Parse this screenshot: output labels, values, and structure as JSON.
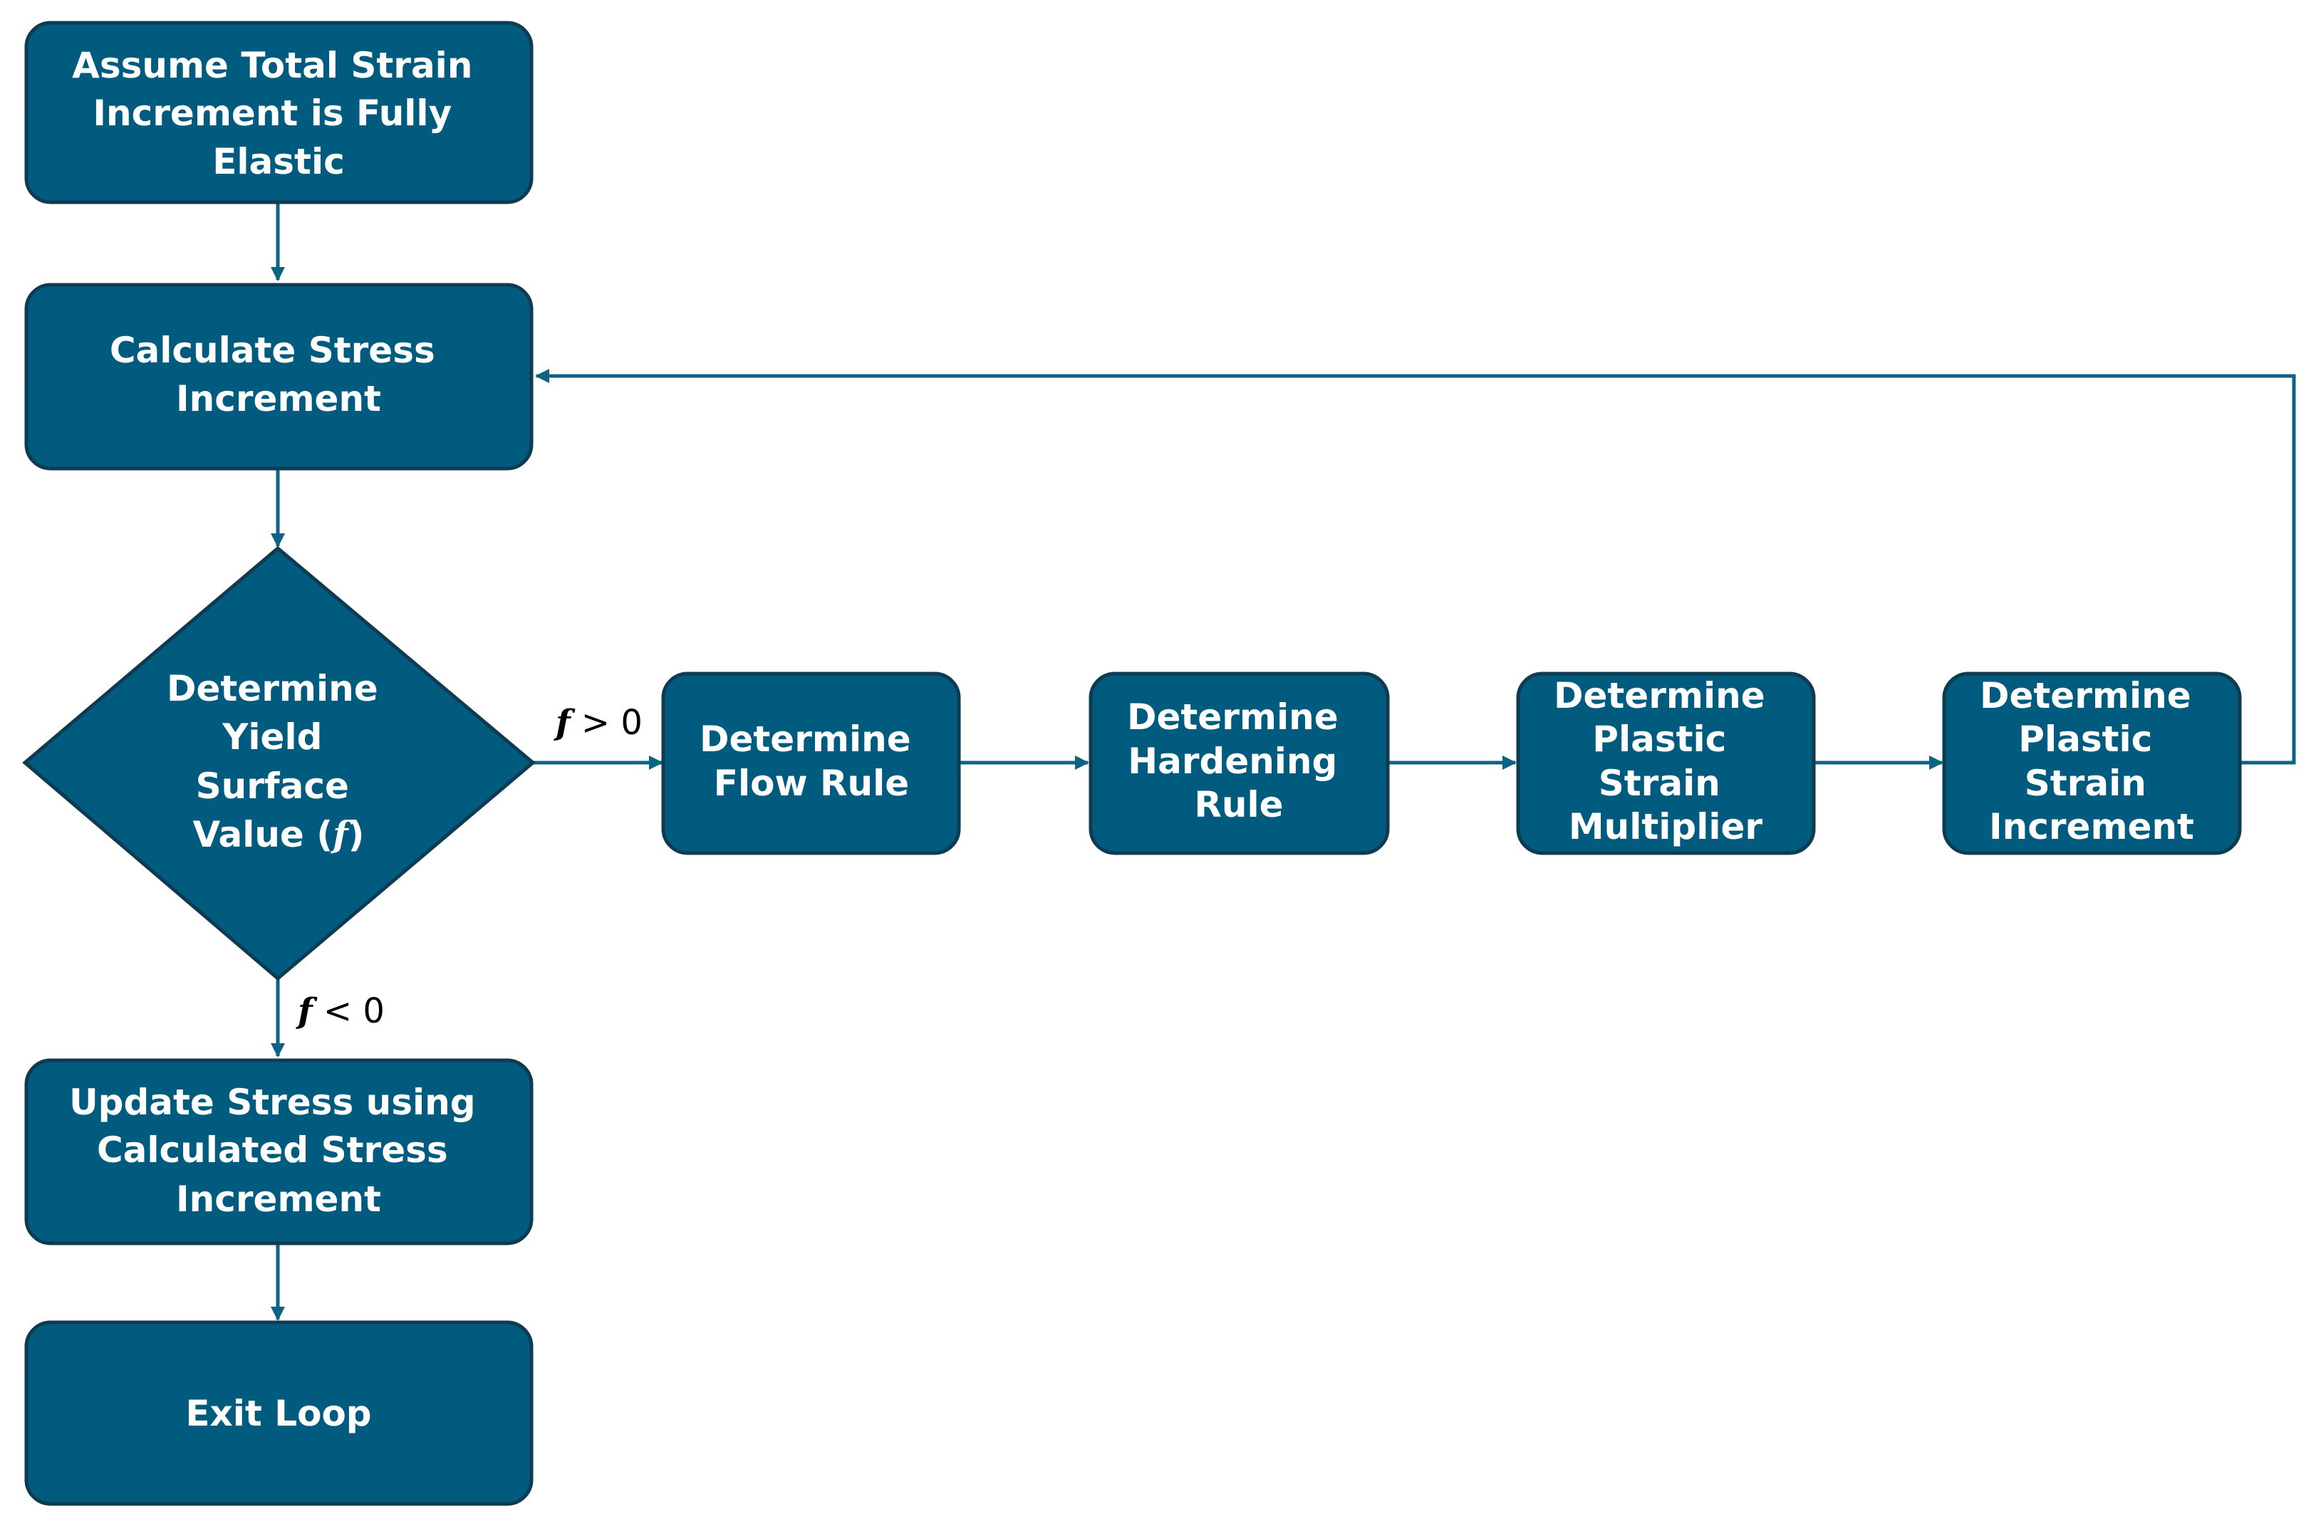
{
  "diagram": {
    "nodes": {
      "assume": {
        "lines": [
          "Assume Total Strain",
          "Increment is Fully",
          "Elastic"
        ]
      },
      "calc_stress": {
        "lines": [
          "Calculate Stress",
          "Increment"
        ]
      },
      "yield": {
        "lines": [
          "Determine",
          "Yield",
          "Surface",
          "Value ("
        ],
        "var": "f",
        "close": ")"
      },
      "flow": {
        "lines": [
          "Determine",
          "Flow Rule"
        ]
      },
      "hardening": {
        "lines": [
          "Determine",
          "Hardening",
          "Rule"
        ]
      },
      "multiplier": {
        "lines": [
          "Determine",
          "Plastic",
          "Strain",
          "Multiplier"
        ]
      },
      "plastic_inc": {
        "lines": [
          "Determine",
          "Plastic",
          "Strain",
          "Increment"
        ]
      },
      "update": {
        "lines": [
          "Update Stress using",
          "Calculated Stress",
          "Increment"
        ]
      },
      "exit": {
        "lines": [
          "Exit Loop"
        ]
      }
    },
    "edge_labels": {
      "f_positive": {
        "var": "f",
        "op": " > 0"
      },
      "f_negative": {
        "var": "f",
        "op": " < 0"
      }
    },
    "colors": {
      "node_fill": "#005b7f",
      "node_border": "#0e3b52",
      "edge": "#0d6384",
      "node_text": "#ffffff"
    }
  }
}
